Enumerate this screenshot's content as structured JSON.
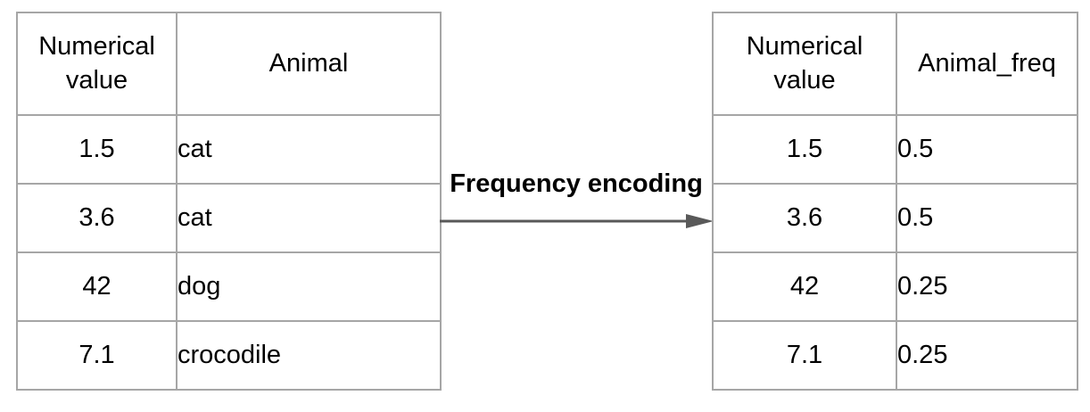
{
  "diagram": {
    "transform_label": "Frequency encoding"
  },
  "left_table": {
    "headers": [
      "Numerical value",
      "Animal"
    ],
    "rows": [
      [
        "1.5",
        "cat"
      ],
      [
        "3.6",
        "cat"
      ],
      [
        "42",
        "dog"
      ],
      [
        "7.1",
        "crocodile"
      ]
    ]
  },
  "right_table": {
    "headers": [
      "Numerical value",
      "Animal_freq"
    ],
    "rows": [
      [
        "1.5",
        "0.5"
      ],
      [
        "3.6",
        "0.5"
      ],
      [
        "42",
        "0.25"
      ],
      [
        "7.1",
        "0.25"
      ]
    ]
  },
  "colors": {
    "table_border": "#a6a6a6",
    "arrow": "#595959",
    "text": "#000000"
  }
}
